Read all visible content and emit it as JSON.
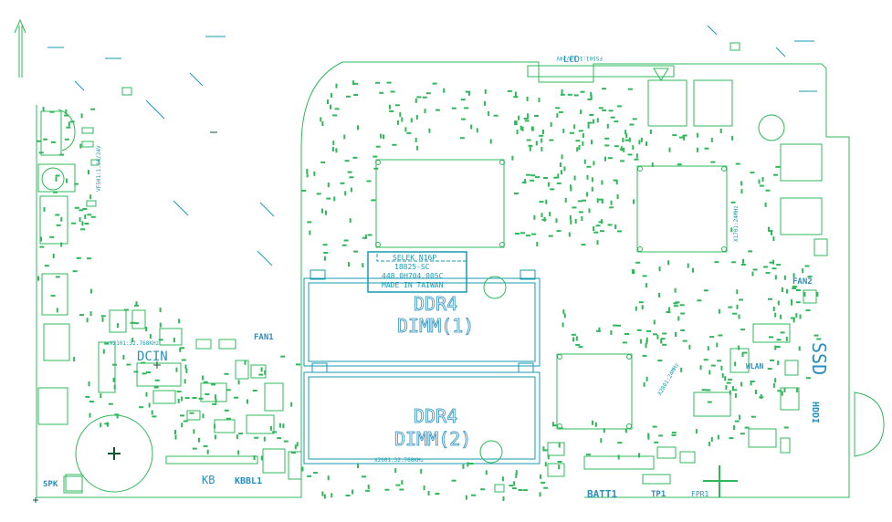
{
  "colors": {
    "background": "#ffffff",
    "trace_green": "#2fb85a",
    "silk_teal": "#169bb0",
    "label_blue": "#2a8fbf",
    "dark_mark": "#115533"
  },
  "labels": {
    "lcd": "LCD",
    "lcd_part": "FS501:1.1A/24V",
    "chip_part_left": "VF501:1.1A/24V",
    "chip_part_right": "X1701:24MHz",
    "fan2": "FAN2",
    "fan1": "FAN1",
    "dcin": "DCIN",
    "dcin_crystal": "X2101:32.768KHz",
    "kb": "KB",
    "kbbl": "KBBL1",
    "spk": "SPK",
    "batt": "BATT1",
    "tp": "TP1",
    "fpr": "FPR1",
    "wlan": "WLAN",
    "ssd": "SSD",
    "hddi": "HDDI",
    "dimm1_line1": "DDR4",
    "dimm1_line2": "DIMM(1)",
    "dimm2_line1": "DDR4",
    "dimm2_line2": "DIMM(2)",
    "dimm2_crystal": "X2601:32.768KHz",
    "mid_crystal": "X2801:24MHz",
    "selek_line1": "SELEK N16P",
    "selek_line2": "18825-SC",
    "selek_line3": "448.0H704.005C",
    "selek_line4": "MADE IN TAIWAN"
  }
}
